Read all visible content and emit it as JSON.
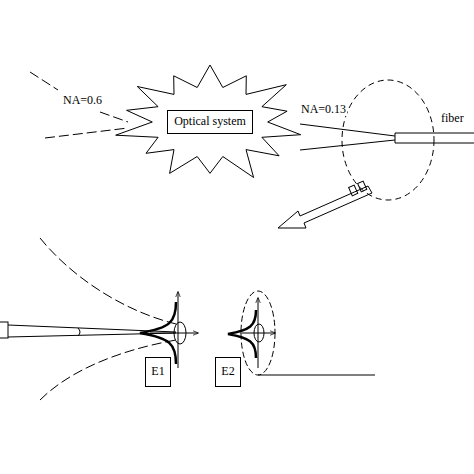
{
  "diagram": {
    "nodes": [
      {
        "text": [
          "Optical system"
        ]
      },
      {
        "text": [
          "E1"
        ]
      },
      {
        "text": [
          "E2"
        ]
      }
    ],
    "labels": [
      "NA=0.6",
      "NA=0.13",
      "fiber"
    ]
  }
}
